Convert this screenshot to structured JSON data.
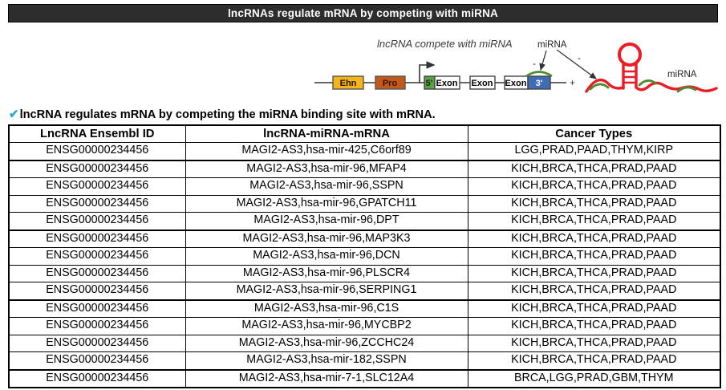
{
  "title_bar": {
    "text": "lncRNAs regulate mRNA by competing with miRNA"
  },
  "diagram": {
    "caption": "lncRNA compete with miRNA",
    "mirna_label_top": "miRNA",
    "mirna_label_right": "miRNA",
    "plus_sign": "+",
    "minus_sign_left": "-",
    "minus_sign_right": "-",
    "boxes": [
      {
        "label": "Ehn"
      },
      {
        "label": "Pro"
      },
      {
        "label": "5'"
      },
      {
        "label": "Exon"
      },
      {
        "label": "Exon"
      },
      {
        "label": "Exon"
      },
      {
        "label": "3'"
      }
    ]
  },
  "note": {
    "check_icon": "✔",
    "text": "lncRNA regulates mRNA by competing the miRNA binding site with mRNA."
  },
  "table": {
    "headers": [
      "LncRNA Ensembl ID",
      "lncRNA-miRNA-mRNA",
      "Cancer Types"
    ],
    "rows": [
      [
        "ENSG00000234456",
        "MAGI2-AS3,hsa-mir-425,C6orf89",
        "LGG,PRAD,PAAD,THYM,KIRP"
      ],
      [
        "ENSG00000234456",
        "MAGI2-AS3,hsa-mir-96,MFAP4",
        "KICH,BRCA,THCA,PRAD,PAAD"
      ],
      [
        "ENSG00000234456",
        "MAGI2-AS3,hsa-mir-96,SSPN",
        "KICH,BRCA,THCA,PRAD,PAAD"
      ],
      [
        "ENSG00000234456",
        "MAGI2-AS3,hsa-mir-96,GPATCH11",
        "KICH,BRCA,THCA,PRAD,PAAD"
      ],
      [
        "ENSG00000234456",
        "MAGI2-AS3,hsa-mir-96,DPT",
        "KICH,BRCA,THCA,PRAD,PAAD"
      ],
      [
        "ENSG00000234456",
        "MAGI2-AS3,hsa-mir-96,MAP3K3",
        "KICH,BRCA,THCA,PRAD,PAAD"
      ],
      [
        "ENSG00000234456",
        "MAGI2-AS3,hsa-mir-96,DCN",
        "KICH,BRCA,THCA,PRAD,PAAD"
      ],
      [
        "ENSG00000234456",
        "MAGI2-AS3,hsa-mir-96,PLSCR4",
        "KICH,BRCA,THCA,PRAD,PAAD"
      ],
      [
        "ENSG00000234456",
        "MAGI2-AS3,hsa-mir-96,SERPING1",
        "KICH,BRCA,THCA,PRAD,PAAD"
      ],
      [
        "ENSG00000234456",
        "MAGI2-AS3,hsa-mir-96,C1S",
        "KICH,BRCA,THCA,PRAD,PAAD"
      ],
      [
        "ENSG00000234456",
        "MAGI2-AS3,hsa-mir-96,MYCBP2",
        "KICH,BRCA,THCA,PRAD,PAAD"
      ],
      [
        "ENSG00000234456",
        "MAGI2-AS3,hsa-mir-96,ZCCHC24",
        "KICH,BRCA,THCA,PRAD,PAAD"
      ],
      [
        "ENSG00000234456",
        "MAGI2-AS3,hsa-mir-182,SSPN",
        "KICH,BRCA,THCA,PRAD,PAAD"
      ],
      [
        "ENSG00000234456",
        "MAGI2-AS3,hsa-mir-7-1,SLC12A4",
        "BRCA,LGG,PRAD,GBM,THYM"
      ]
    ],
    "thick_border_after_rows": [
      1,
      5,
      9,
      13
    ]
  },
  "colors": {
    "title_bar_bg": "#2D2D2D",
    "check_blue": "#29A8DC",
    "enhancer_gold": "#F4B41A",
    "promoter_orange": "#C1591B",
    "five_prime_green": "#5AA245",
    "three_prime_blue": "#3F6CB5",
    "lncrna_red": "#EC1B24",
    "mirna_green": "#4B8B2F"
  }
}
